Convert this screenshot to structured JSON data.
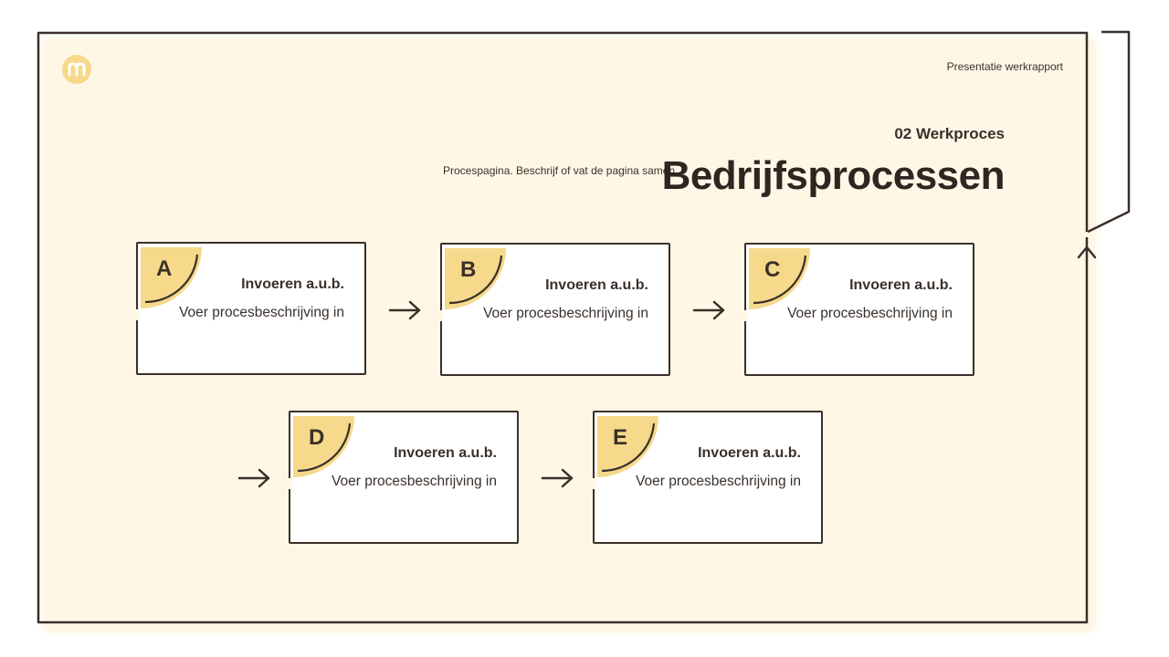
{
  "header": {
    "tag": "Presentatie werkrapport",
    "section": "02 Werkproces",
    "title": "Bedrijfsprocessen",
    "subtitle": "Procespagina. Beschrijf of vat de pagina samen."
  },
  "colors": {
    "background": "#fff7e6",
    "accent": "#f6d98a",
    "ink": "#3a302a",
    "card": "#ffffff"
  },
  "logo": {
    "icon": "m-logo-icon"
  },
  "steps": [
    {
      "letter": "A",
      "title": "Invoeren a.u.b.",
      "description": "Voer procesbeschrijving in"
    },
    {
      "letter": "B",
      "title": "Invoeren a.u.b.",
      "description": "Voer procesbeschrijving in"
    },
    {
      "letter": "C",
      "title": "Invoeren a.u.b.",
      "description": "Voer procesbeschrijving in"
    },
    {
      "letter": "D",
      "title": "Invoeren a.u.b.",
      "description": "Voer procesbeschrijving in"
    },
    {
      "letter": "E",
      "title": "Invoeren a.u.b.",
      "description": "Voer procesbeschrijving in"
    }
  ]
}
